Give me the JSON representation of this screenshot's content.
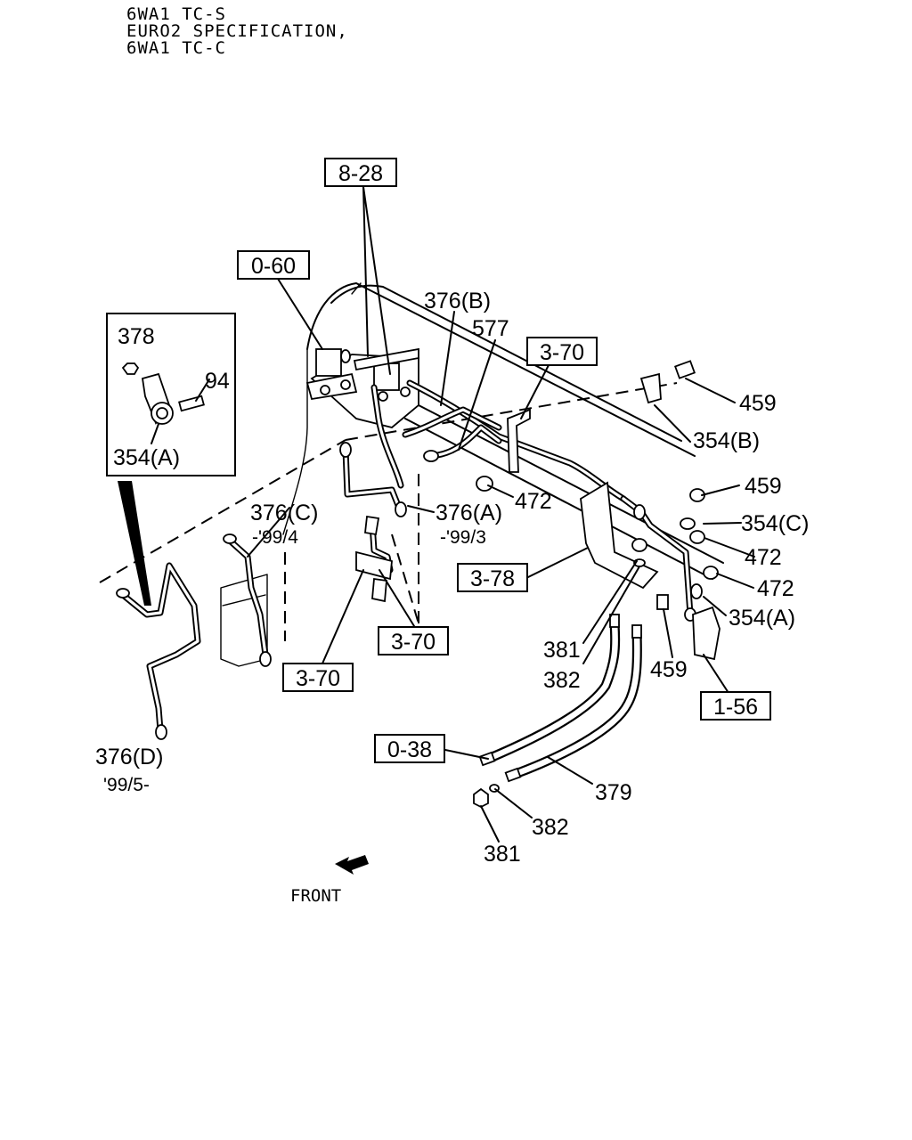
{
  "header": {
    "line1": "6WA1 TC-S",
    "line2": "EURO2 SPECIFICATION,",
    "line3": "6WA1 TC-C"
  },
  "refs": {
    "r828": "8-28",
    "r060": "0-60",
    "r370a": "3-70",
    "r378": "3-78",
    "r370b": "3-70",
    "r370c": "3-70",
    "r038": "0-38",
    "r156": "1-56"
  },
  "inset": {
    "p378": "378",
    "p94": "94",
    "p354a": "354(A)"
  },
  "labels": {
    "p376b": "376(B)",
    "p577": "577",
    "p459a": "459",
    "p354b": "354(B)",
    "p472a": "472",
    "p459b": "459",
    "p354c": "354(C)",
    "p472b": "472",
    "p472c": "472",
    "p354a": "354(A)",
    "p376c": "376(C)",
    "p376c_note": "-'99/4",
    "p376a": "376(A)",
    "p376a_note": "-'99/3",
    "p381a": "381",
    "p382a": "382",
    "p459c": "459",
    "p376d": "376(D)",
    "p376d_note": "'99/5-",
    "p379": "379",
    "p382b": "382",
    "p381b": "381"
  },
  "front_label": "FRONT"
}
